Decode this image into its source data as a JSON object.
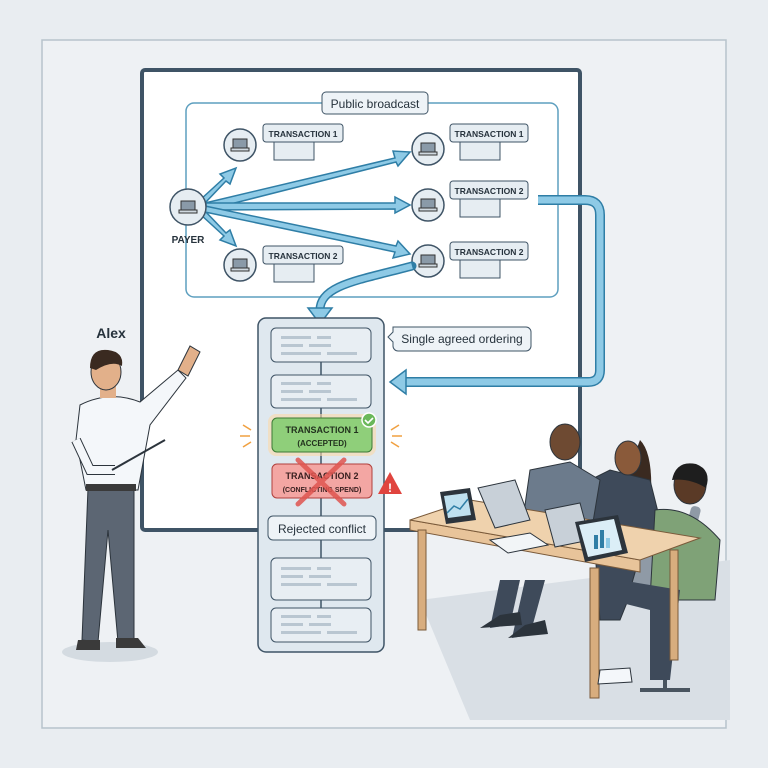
{
  "broadcast": {
    "title": "Public broadcast",
    "payer_label": "PAYER",
    "left_tx": [
      "TRANSACTION 1",
      "TRANSACTION 2"
    ],
    "right_tx": [
      "TRANSACTION 1",
      "TRANSACTION 2",
      "TRANSACTION 2"
    ]
  },
  "ledger": {
    "ordering_label": "Single agreed ordering",
    "accepted_title": "TRANSACTION 1",
    "accepted_sub": "(ACCEPTED)",
    "conflict_title": "TRANSACTION 2",
    "conflict_sub": "(CONFLICTING SPEND)",
    "rejected_label": "Rejected conflict"
  },
  "presenter": {
    "name": "Alex"
  },
  "colors": {
    "arrow": "#8ecae6",
    "arrow_stroke": "#2f7ea6",
    "accepted": "#8fcf7a",
    "conflict": "#f3a6a3",
    "board_border": "#3f5466"
  }
}
